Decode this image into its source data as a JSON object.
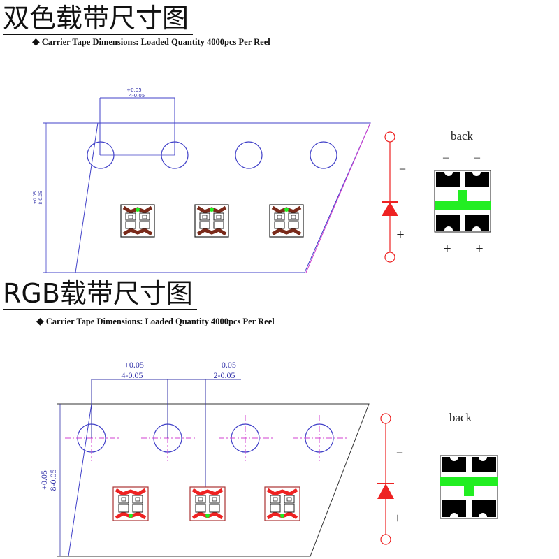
{
  "section1": {
    "title": "双色载带尺寸图",
    "subtitle": "Carrier Tape Dimensions: Loaded Quantity 4000pcs Per Reel",
    "dim_top_upper": "+0.05",
    "dim_top_lower": "4-0.05",
    "dim_side_upper": "+0.05",
    "dim_side_lower": "8-0.05",
    "back_label": "back",
    "minus_label": "−",
    "plus_label": "+",
    "back_minus_labels": [
      "–",
      "–"
    ],
    "back_plus_labels": [
      "+",
      "+"
    ]
  },
  "section2": {
    "title": "RGB载带尺寸图",
    "subtitle": "Carrier Tape Dimensions: Loaded Quantity 4000pcs Per Reel",
    "dim_a_upper": "+0.05",
    "dim_a_lower": "4-0.05",
    "dim_b_upper": "+0.05",
    "dim_b_lower": "2-0.05",
    "dim_side_upper": "+0.05",
    "dim_side_lower": "8-0.05",
    "back_label": "back",
    "minus_label": "−",
    "plus_label": "+"
  },
  "colors": {
    "outline": "#4040c8",
    "dim": "#3333aa",
    "magenta": "#d040d0",
    "diode_red": "#ee2222",
    "pad_green": "#22ee22",
    "pad_black": "#000000"
  }
}
